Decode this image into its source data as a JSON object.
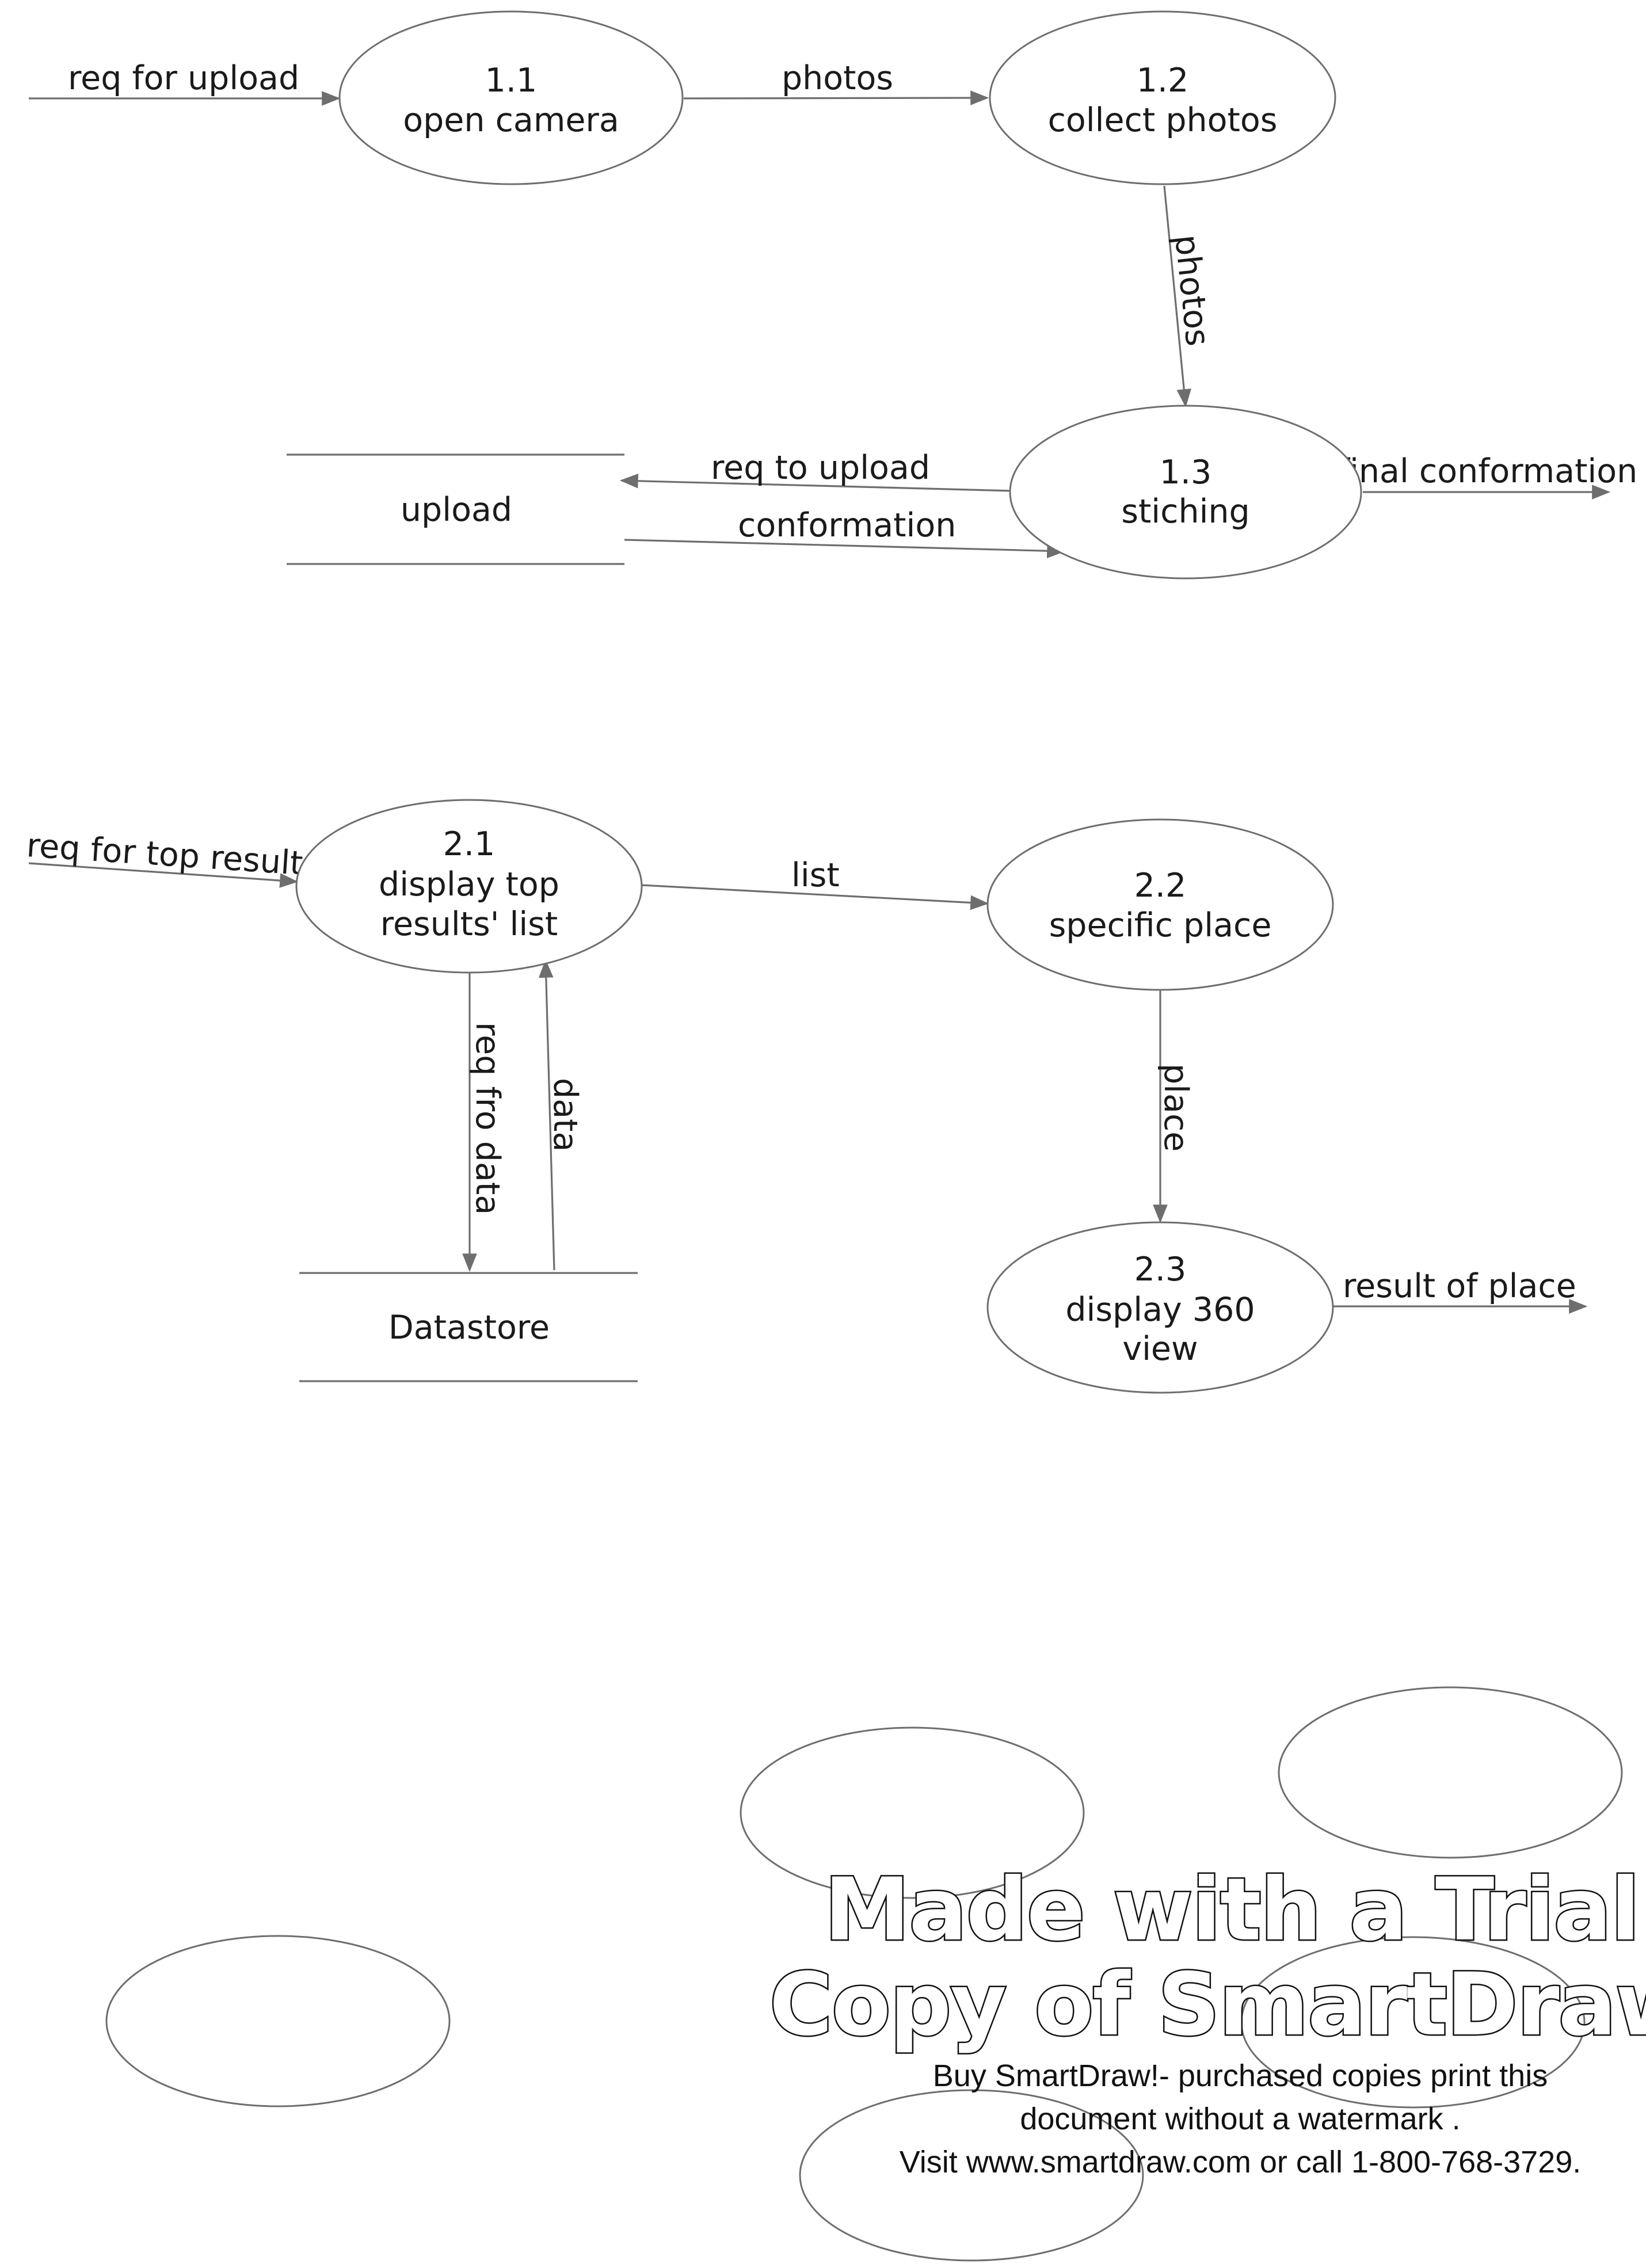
{
  "diagram": {
    "processes": [
      {
        "id": "p1_1",
        "number": "1.1",
        "lines": [
          "open camera"
        ]
      },
      {
        "id": "p1_2",
        "number": "1.2",
        "lines": [
          "collect photos"
        ]
      },
      {
        "id": "p1_3",
        "number": "1.3",
        "lines": [
          "stiching"
        ]
      },
      {
        "id": "p2_1",
        "number": "2.1",
        "lines": [
          "display top",
          "results' list"
        ]
      },
      {
        "id": "p2_2",
        "number": "2.2",
        "lines": [
          "specific place"
        ]
      },
      {
        "id": "p2_3",
        "number": "2.3",
        "lines": [
          "display 360",
          "view"
        ]
      },
      {
        "id": "e1",
        "number": "",
        "lines": []
      },
      {
        "id": "e2",
        "number": "",
        "lines": []
      },
      {
        "id": "e3",
        "number": "",
        "lines": []
      },
      {
        "id": "e4",
        "number": "",
        "lines": []
      },
      {
        "id": "e5",
        "number": "",
        "lines": []
      }
    ],
    "datastores": [
      {
        "id": "ds_upload",
        "label": "upload"
      },
      {
        "id": "ds_data",
        "label": "Datastore"
      }
    ],
    "flows": [
      {
        "id": "f1",
        "label": "req for upload"
      },
      {
        "id": "f2",
        "label": "photos"
      },
      {
        "id": "f3",
        "label": "photos"
      },
      {
        "id": "f4",
        "label": "req to upload"
      },
      {
        "id": "f5",
        "label": "conformation"
      },
      {
        "id": "f6",
        "label": "final conformation"
      },
      {
        "id": "f7",
        "label": "req for top result"
      },
      {
        "id": "f8",
        "label": "list"
      },
      {
        "id": "f9",
        "label": "req fro data"
      },
      {
        "id": "f10",
        "label": "data"
      },
      {
        "id": "f11",
        "label": "place"
      },
      {
        "id": "f12",
        "label": "result of place"
      }
    ]
  },
  "watermark": {
    "title_lines": [
      "Made with a Trial",
      "Copy of SmartDraw"
    ],
    "note_lines": [
      "Buy SmartDraw!- purchased copies print this",
      "document without a watermark .",
      "Visit www.smartdraw.com or call 1-800-768-3729."
    ]
  }
}
